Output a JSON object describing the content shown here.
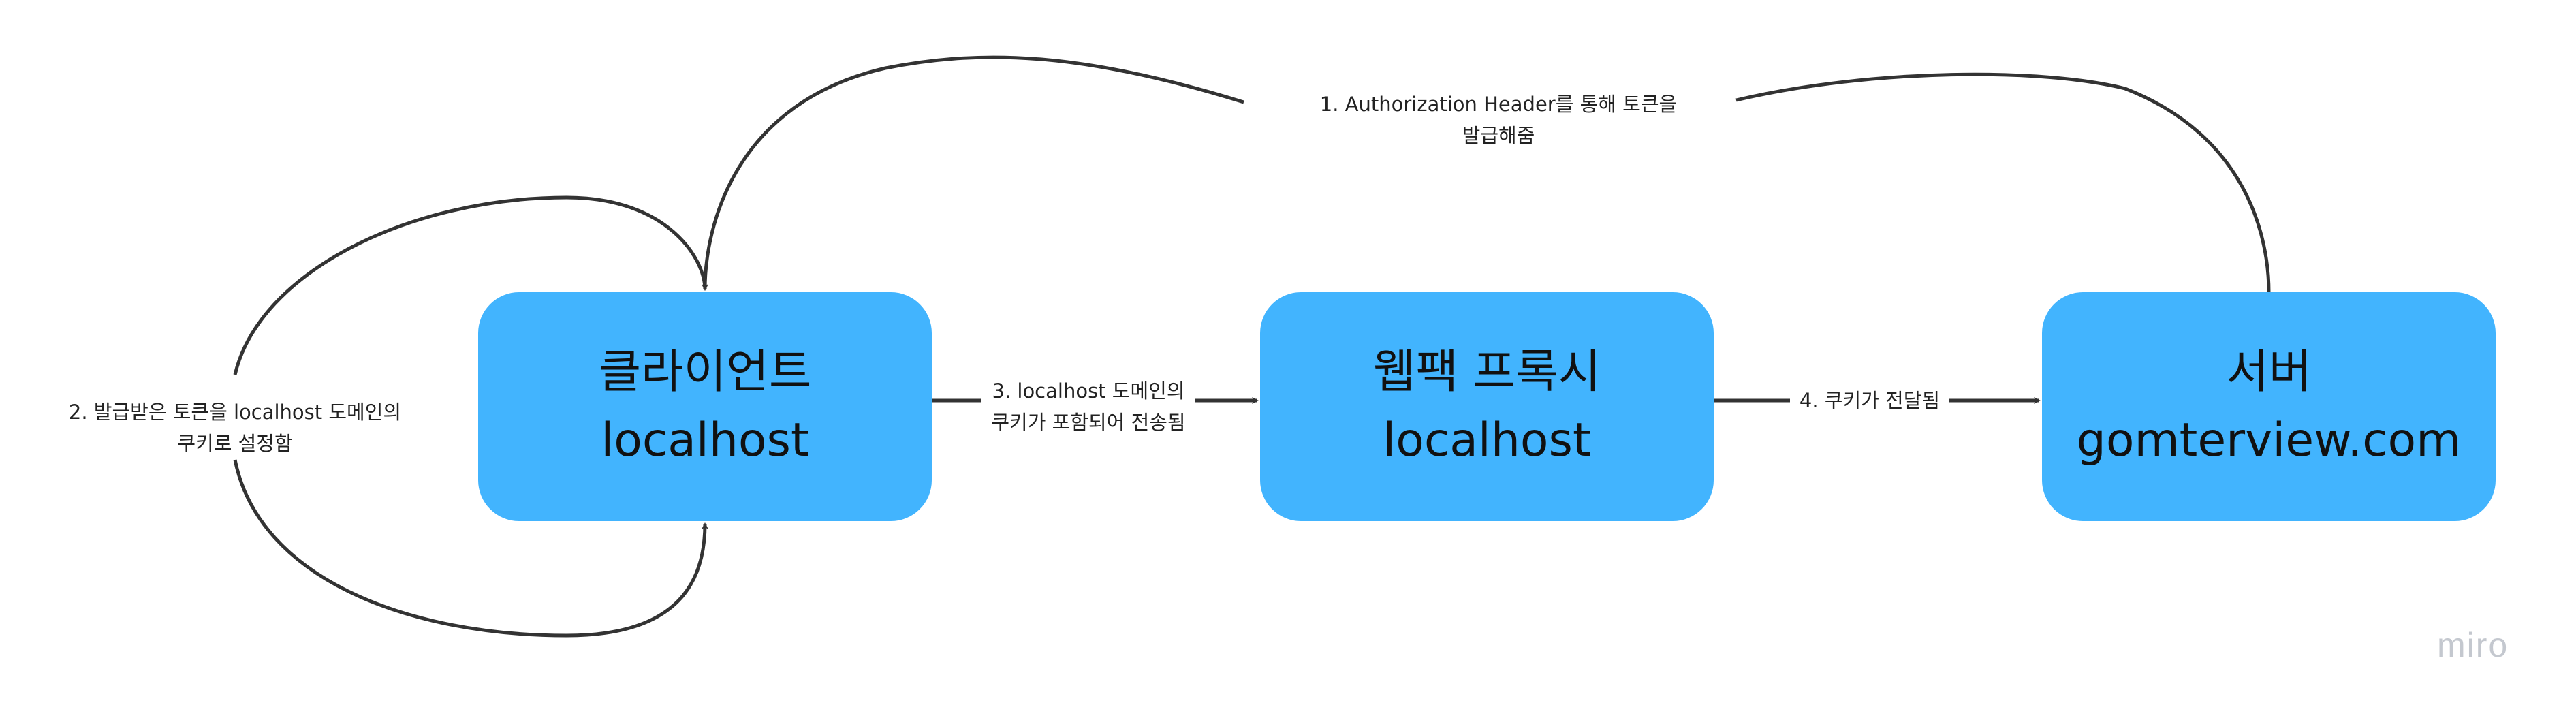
{
  "colors": {
    "node_fill": "#42B4FE",
    "edge": "#333333",
    "logo": "#C4C8CF"
  },
  "nodes": [
    {
      "line1": "클라이언트",
      "line2": "localhost"
    },
    {
      "line1": "웹팩 프록시",
      "line2": "localhost"
    },
    {
      "line1": "서버",
      "line2": "gomterview.com"
    }
  ],
  "edges": [
    {
      "line1": "1. Authorization Header를 통해 토큰을",
      "line2": "발급해줌"
    },
    {
      "line1": "2. 발급받은 토큰을 localhost 도메인의",
      "line2": "쿠키로 설정함"
    },
    {
      "line1": "3. localhost 도메인의",
      "line2": "쿠키가 포함되어 전송됨"
    },
    {
      "line1": "4. 쿠키가 전달됨"
    }
  ],
  "watermark": "miro"
}
